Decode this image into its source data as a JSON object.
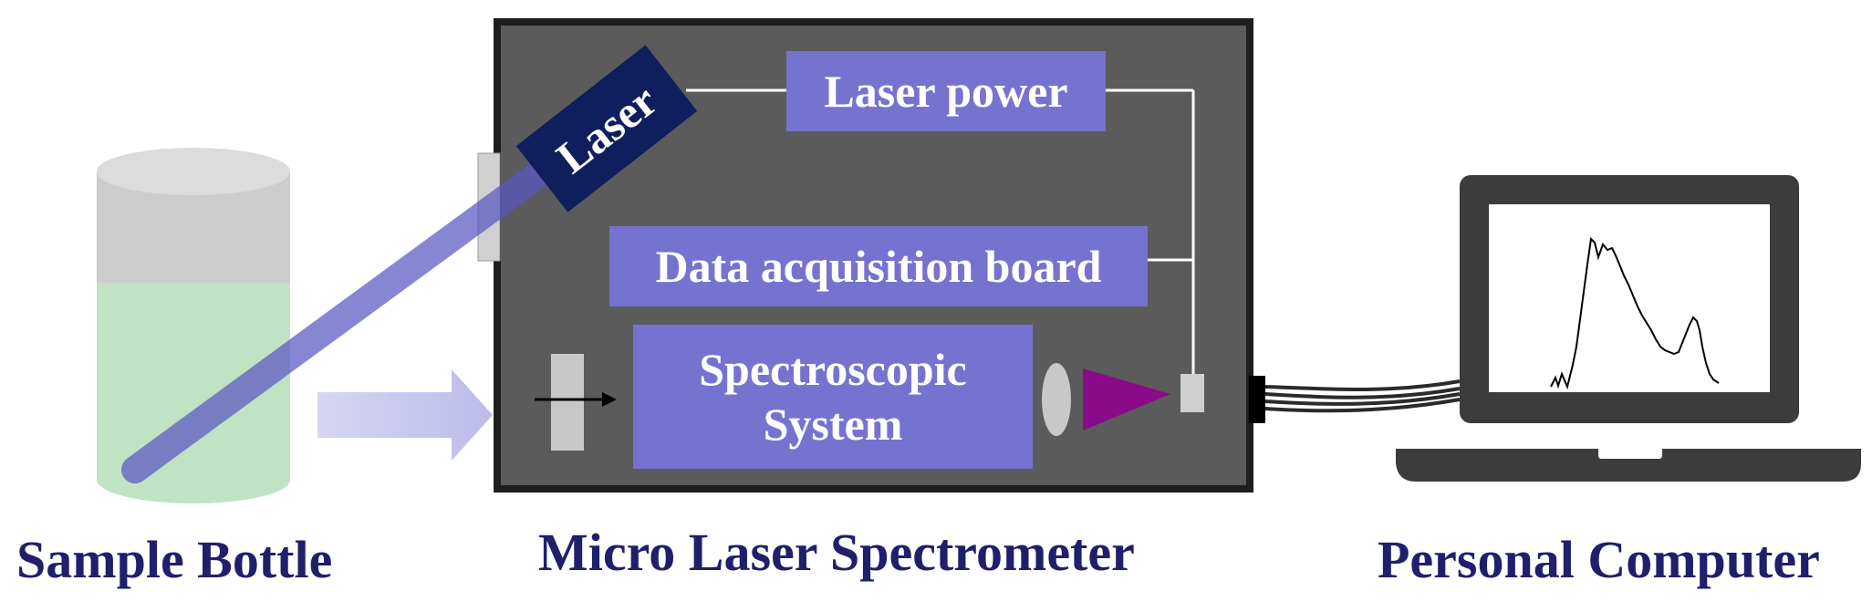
{
  "diagram": {
    "captions": {
      "sample_bottle": "Sample Bottle",
      "spectrometer": "Micro Laser Spectrometer",
      "computer": "Personal Computer"
    },
    "components": {
      "laser": "Laser",
      "laser_power": "Laser power",
      "daq_board": "Data acquisition board",
      "spectroscopic_line1": "Spectroscopic",
      "spectroscopic_line2": "System"
    },
    "colors": {
      "housing": "#5b5b5b",
      "housing_border": "#1e1e1e",
      "component_box": "#7673d0",
      "laser_box": "#0f1f5e",
      "laser_beam": "#5a56c4",
      "liquid": "#bfe3c3",
      "bottle": "#cdcdcd",
      "caption_text": "#1f1f6b",
      "prism": "#8a0a8a",
      "laptop": "#3c3c3c"
    }
  }
}
